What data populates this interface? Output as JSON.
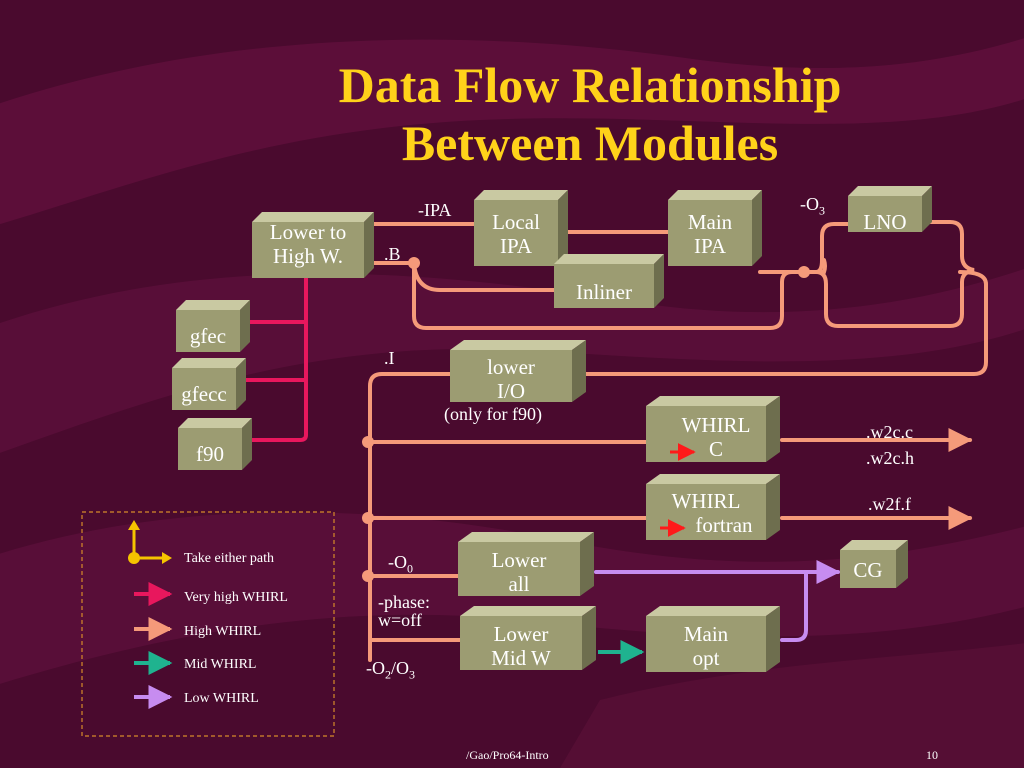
{
  "title": {
    "line1": "Data Flow Relationship",
    "line2": "Between Modules"
  },
  "modules": {
    "lower_to_high_1": "Lower to",
    "lower_to_high_2": "High W.",
    "local_ipa_1": "Local",
    "local_ipa_2": "IPA",
    "main_ipa_1": "Main",
    "main_ipa_2": "IPA",
    "lno": "LNO",
    "inliner": "Inliner",
    "gfec": "gfec",
    "gfecc": "gfecc",
    "f90": "f90",
    "lower_io_1": "lower",
    "lower_io_2": "I/O",
    "whirl_c_1": "WHIRL",
    "whirl_c_2": "C",
    "whirl_fortran_1": "WHIRL",
    "whirl_fortran_2": "fortran",
    "lower_all_1": "Lower",
    "lower_all_2": "all",
    "lower_mid_1": "Lower",
    "lower_mid_2": "Mid W",
    "main_opt_1": "Main",
    "main_opt_2": "opt",
    "cg": "CG"
  },
  "labels": {
    "ipa": "-IPA",
    "b": ".B",
    "i": ".I",
    "o3": "-O",
    "o3_sub": "3",
    "only_f90": "(only for f90)",
    "w2c_c": ".w2c.c",
    "w2c_h": ".w2c.h",
    "w2f_f": ".w2f.f",
    "o0": "-O",
    "o0_sub": "0",
    "phase_1": "-phase:",
    "phase_2": "w=off",
    "o2o3_a": "-O",
    "o2o3_sub1": "2",
    "o2o3_b": "/O",
    "o2o3_sub2": "3"
  },
  "legend": [
    {
      "label": "Take either path",
      "color": "#f5c400",
      "icon": "branch-icon"
    },
    {
      "label": "Very high WHIRL",
      "color": "#e8175d",
      "icon": "arrow-icon"
    },
    {
      "label": "High WHIRL",
      "color": "#f59a7a",
      "icon": "arrow-icon"
    },
    {
      "label": "Mid WHIRL",
      "color": "#1fb38f",
      "icon": "arrow-icon"
    },
    {
      "label": "Low WHIRL",
      "color": "#c78cf0",
      "icon": "arrow-icon"
    }
  ],
  "footer": {
    "source": "/Gao/Pro64-Intro",
    "page": "10"
  },
  "colors": {
    "very_high": "#e8175d",
    "high": "#f59a7a",
    "mid": "#1fb38f",
    "low": "#c78cf0",
    "box": "#9c9c72",
    "title": "#ffd21a"
  }
}
